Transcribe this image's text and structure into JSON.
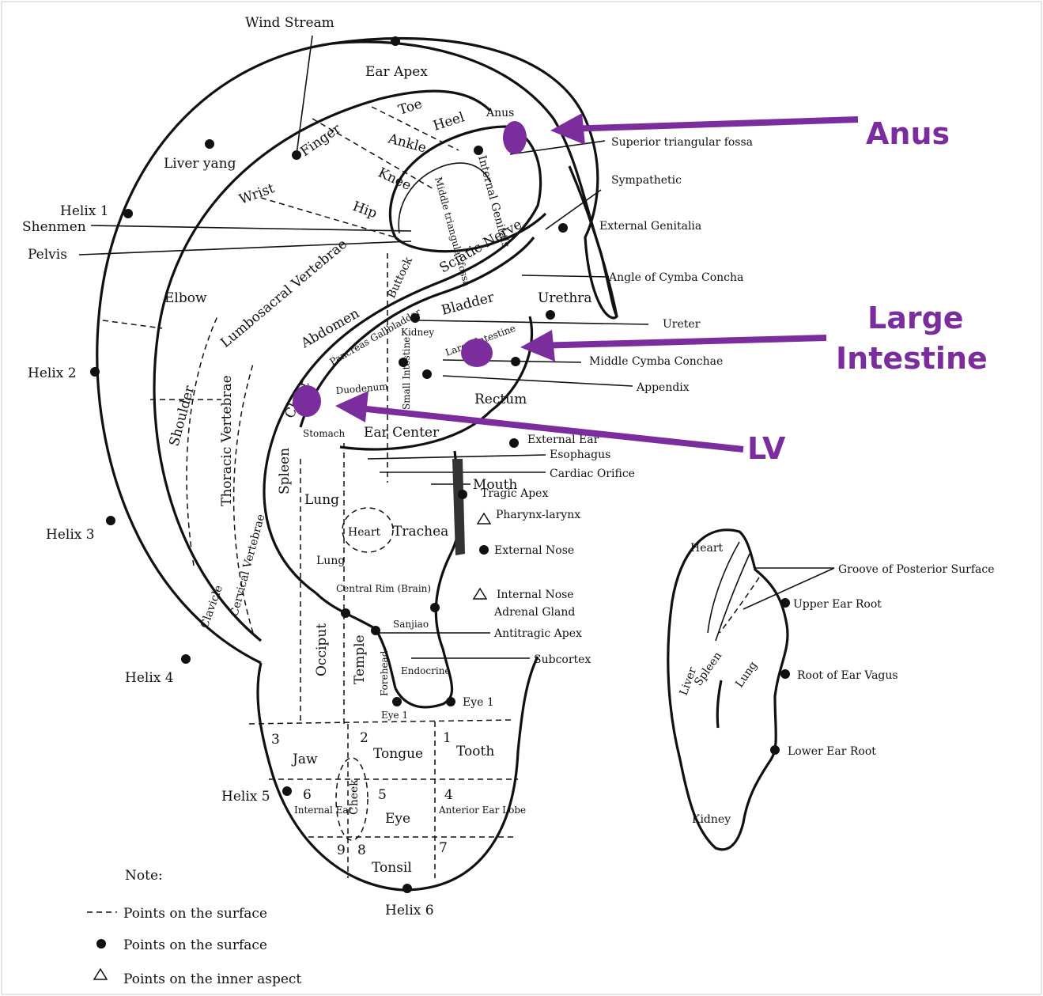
{
  "colors": {
    "accent": "#7b2d9e",
    "ink": "#111111"
  },
  "labels": {
    "wind_stream": "Wind Stream",
    "ear_apex": "Ear Apex",
    "toe": "Toe",
    "heel": "Heel",
    "anus": "Anus",
    "ankle": "Ankle",
    "finger": "Finger",
    "knee": "Knee",
    "liver_yang": "Liver yang",
    "wrist": "Wrist",
    "hip": "Hip",
    "internal_genitals": "Internal Genitals",
    "middle_triangular_fossa": "Middle triangular fossa",
    "superior_triangular_fossa": "Superior triangular fossa",
    "sympathetic": "Sympathetic",
    "external_genitalia": "External Genitalia",
    "helix_1": "Helix 1",
    "shenmen": "Shenmen",
    "pelvis": "Pelvis",
    "lumbosacral_vertebrae": "Lumbosacral Vertebrae",
    "buttock": "Buttock",
    "sciatic_nerve": "Sciatic Nerve",
    "angle_cymba": "Angle of Cymba Concha",
    "elbow": "Elbow",
    "abdomen": "Abdomen",
    "bladder": "Bladder",
    "urethra": "Urethra",
    "kidney": "Kidney",
    "ureter": "Ureter",
    "pancreas_gallbladder": "Pancreas Gallbladder",
    "large_intestine_small": "Large Intestine",
    "middle_cymba": "Middle Cymba Conchae",
    "helix_2": "Helix 2",
    "chest": "Chest",
    "small_intestine": "Small Intestine",
    "appendix": "Appendix",
    "shoulder": "Shoulder",
    "thoracic_vertebrae": "Thoracic Vertebrae",
    "duodenum": "Duodenum",
    "rectum": "Rectum",
    "stomach": "Stomach",
    "ear_center": "Ear Center",
    "external_ear": "External Ear",
    "esophagus": "Esophagus",
    "spleen": "Spleen",
    "cardiac_orifice": "Cardiac Orifice",
    "mouth": "Mouth",
    "tragic_apex": "Tragic Apex",
    "lung_upper": "Lung",
    "pharynx": "Pharynx-larynx",
    "heart": "Heart",
    "trachea": "Trachea",
    "helix_3": "Helix 3",
    "external_nose": "External Nose",
    "lung_lower": "Lung",
    "clavicle": "Clavicle",
    "cervical_vertebrae": "Cervical Vertebrae",
    "central_rim": "Central Rim (Brain)",
    "internal_nose": "Internal Nose",
    "adrenal_gland": "Adrenal Gland",
    "sanjiao": "Sanjiao",
    "antitragic_apex": "Antitragic Apex",
    "occiput": "Occiput",
    "temple": "Temple",
    "subcortex": "Subcortex",
    "helix_4": "Helix 4",
    "forehead": "Forehead",
    "endocrine": "Endocrine",
    "eye_1a": "Eye 1",
    "eye_1b": "Eye 1",
    "num_3": "3",
    "num_2": "2",
    "num_1": "1",
    "jaw": "Jaw",
    "tongue": "Tongue",
    "tooth": "Tooth",
    "cheek": "Cheek",
    "helix_5": "Helix 5",
    "num_6": "6",
    "internal_ear": "Internal Ear",
    "num_5": "5",
    "eye": "Eye",
    "num_4": "4",
    "anterior_ear_lobe": "Anterior Ear Lobe",
    "num_9": "9",
    "num_8": "8",
    "num_7": "7",
    "tonsil": "Tonsil",
    "helix_6": "Helix 6"
  },
  "posterior": {
    "heart": "Heart",
    "groove": "Groove of Posterior Surface",
    "upper_root": "Upper Ear Root",
    "liver": "Liver",
    "spleen": "Spleen",
    "lung": "Lung",
    "vagus": "Root of Ear Vagus",
    "lower_root": "Lower Ear Root",
    "kidney": "Kidney"
  },
  "note": {
    "title": "Note:",
    "dashed": "Points on the surface",
    "dot": "Points on the surface",
    "triangle": "Points on the inner aspect"
  },
  "annotations": {
    "anus": "Anus",
    "large": "Large",
    "intestine": "Intestine",
    "lv": "LV"
  }
}
